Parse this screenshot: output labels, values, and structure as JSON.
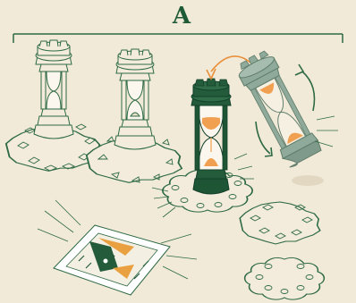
{
  "title_letter": "A",
  "colors": {
    "background": "#f2ead9",
    "outline": "#2e6a44",
    "outline_light": "#7aa888",
    "dark_green": "#245c3b",
    "grey_green": "#8fa99a",
    "sand": "#f0a050",
    "arrow_orange": "#e8903a",
    "arrow_green": "#2e6a44"
  },
  "elements": {
    "hourglasses": [
      "outline-hourglass-1",
      "outline-hourglass-2",
      "dark-green-hourglass",
      "flipping-hourglass"
    ],
    "boards": [
      "board-1",
      "board-2",
      "board-3",
      "board-4",
      "board-5"
    ],
    "card": "ability-card"
  }
}
